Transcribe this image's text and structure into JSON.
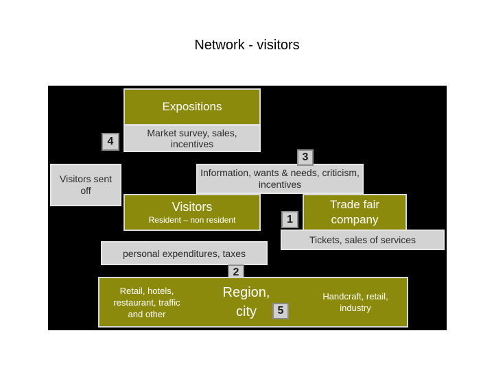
{
  "title": "Network - visitors",
  "nodes": {
    "expositions": {
      "label": "Expositions"
    },
    "market_survey": {
      "label": "Market survey, sales, incentives"
    },
    "visitors_sent_off": {
      "label": "Visitors sent off"
    },
    "information": {
      "label": "Information, wants & needs, criticism, incentives"
    },
    "visitors": {
      "label": "Visitors",
      "sublabel": "Resident – non resident"
    },
    "trade_fair": {
      "label": "Trade fair company"
    },
    "tickets": {
      "label": "Tickets, sales of services"
    },
    "expenditures": {
      "label": "personal expenditures, taxes"
    },
    "region": {
      "left": "Retail, hotels, restaurant, traffic and other",
      "center": "Region, city",
      "right": "Handcraft, retail, industry"
    }
  },
  "badges": [
    "1",
    "2",
    "3",
    "4",
    "5"
  ],
  "colors": {
    "olive": "#8c8a0d",
    "grey": "#d3d3d3",
    "background": "#000000"
  }
}
